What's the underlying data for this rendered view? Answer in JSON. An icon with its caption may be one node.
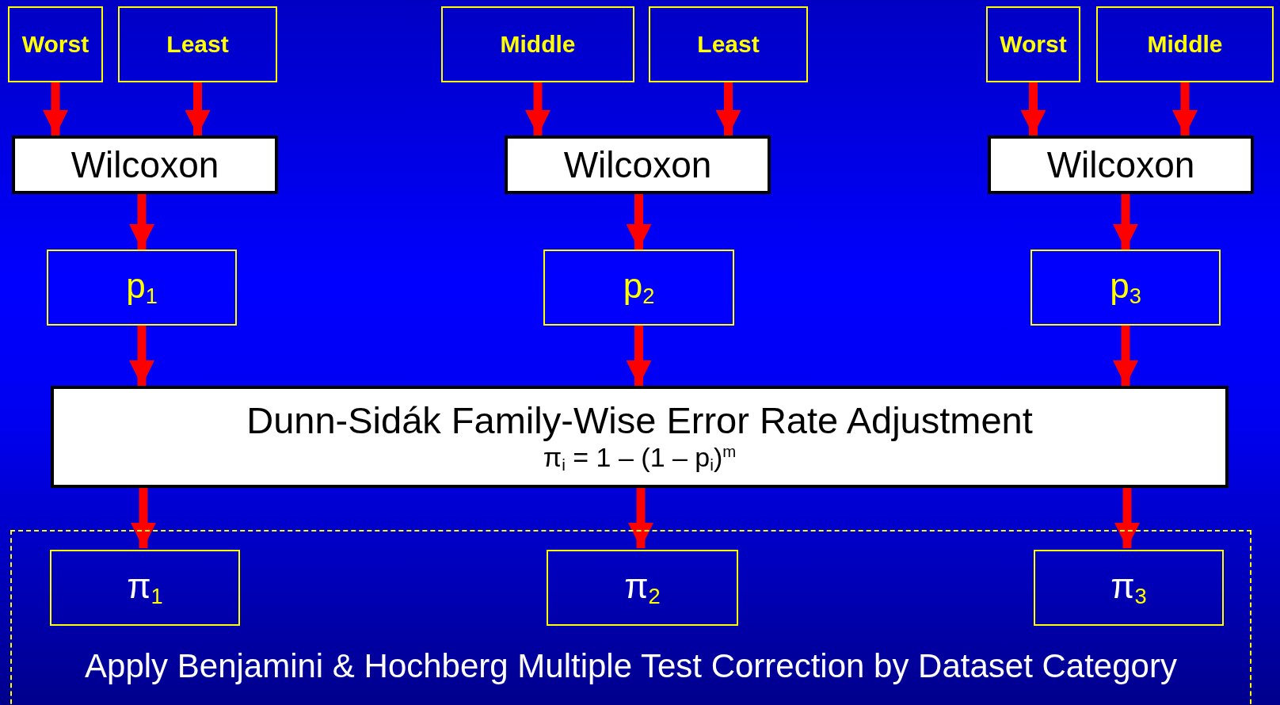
{
  "diagram": {
    "nodes": [
      {
        "text": [
          "Worst"
        ]
      },
      {
        "text": [
          "Least"
        ]
      },
      {
        "text": [
          "Middle"
        ]
      },
      {
        "text": [
          "Least"
        ]
      },
      {
        "text": [
          "Worst"
        ]
      },
      {
        "text": [
          "Middle"
        ]
      },
      {
        "text": [
          "Wilcoxon"
        ]
      },
      {
        "text": [
          "Wilcoxon"
        ]
      },
      {
        "text": [
          "Wilcoxon"
        ]
      },
      {
        "text": [
          "p$_{1}$"
        ]
      },
      {
        "text": [
          "p$_{2}$"
        ]
      },
      {
        "text": [
          "p$_{3}$"
        ]
      },
      {
        "text": [
          "Dunn-Sidák Family-Wise Error Rate Adjustment",
          "π$_{i}$ = 1 – (1 – p$_{i}$)$^{m}$"
        ]
      },
      {
        "text": [
          "Apply Benjamini & Hochberg Multiple Test Correction by Dataset Category"
        ]
      },
      {
        "text": [
          "π$_{1}$"
        ],
        "in": 13
      },
      {
        "text": [
          "π$_{2}$"
        ],
        "in": 13
      },
      {
        "text": [
          "π$_{3}$"
        ],
        "in": 13
      }
    ],
    "edges": [
      {
        "from": 0,
        "to": 6,
        "arrow": "to"
      },
      {
        "from": 1,
        "to": 6,
        "arrow": "to"
      },
      {
        "from": 2,
        "to": 7,
        "arrow": "to"
      },
      {
        "from": 3,
        "to": 7,
        "arrow": "to"
      },
      {
        "from": 4,
        "to": 8,
        "arrow": "to"
      },
      {
        "from": 5,
        "to": 8,
        "arrow": "to"
      },
      {
        "from": 6,
        "to": 9,
        "arrow": "to"
      },
      {
        "from": 7,
        "to": 10,
        "arrow": "to"
      },
      {
        "from": 8,
        "to": 11,
        "arrow": "to"
      },
      {
        "from": 9,
        "to": 12,
        "arrow": "to"
      },
      {
        "from": 10,
        "to": 12,
        "arrow": "to"
      },
      {
        "from": 11,
        "to": 12,
        "arrow": "to"
      },
      {
        "from": 12,
        "to": 14,
        "arrow": "to"
      },
      {
        "from": 12,
        "to": 15,
        "arrow": "to"
      },
      {
        "from": 12,
        "to": 16,
        "arrow": "to"
      }
    ]
  }
}
